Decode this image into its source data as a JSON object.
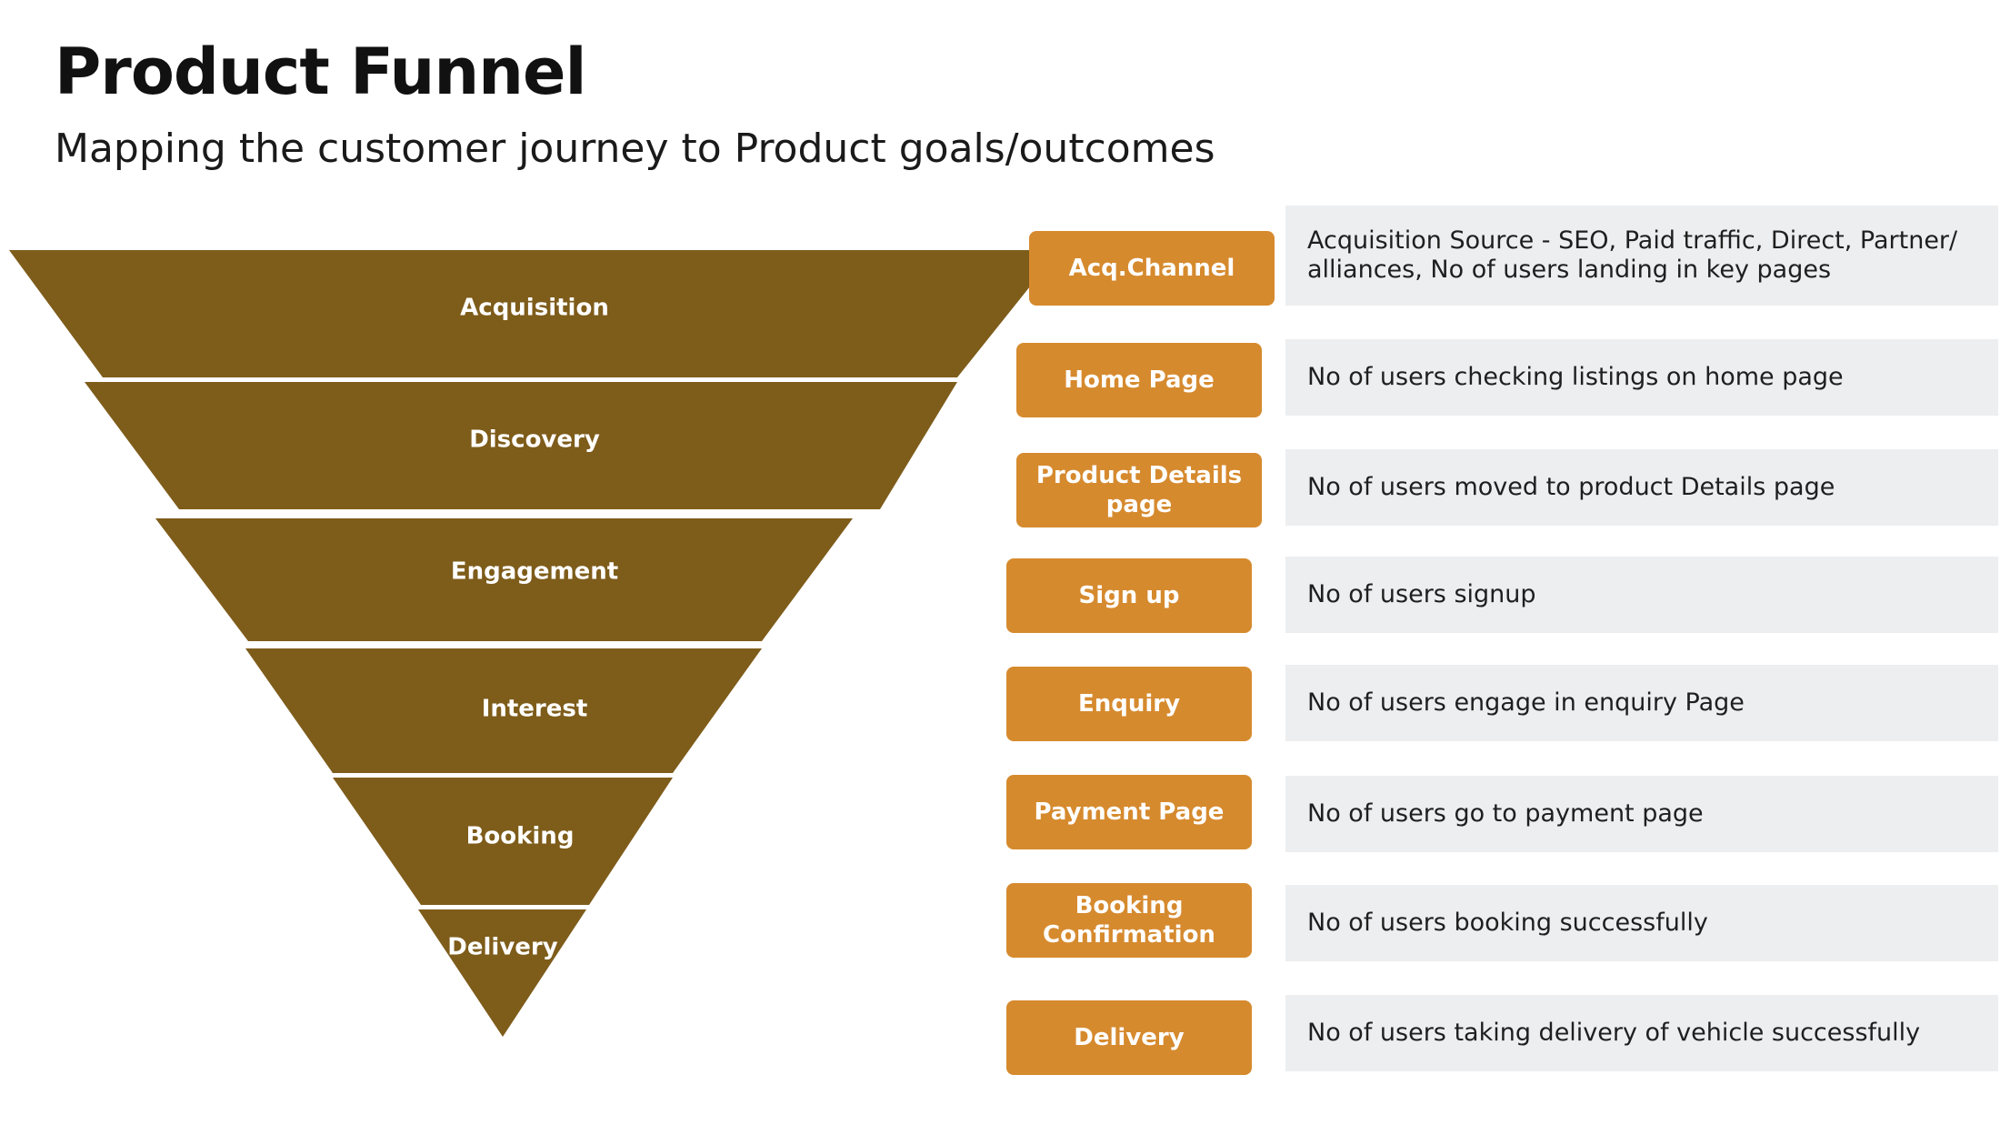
{
  "header": {
    "title": "Product Funnel",
    "subtitle": "Mapping the customer journey to Product goals/outcomes"
  },
  "colors": {
    "funnel": "#7e5c1a",
    "tag": "#d68a2e",
    "description_bg": "#eceef0"
  },
  "funnel": {
    "stages": [
      {
        "label": "Acquisition"
      },
      {
        "label": "Discovery"
      },
      {
        "label": "Engagement"
      },
      {
        "label": "Interest"
      },
      {
        "label": "Booking"
      },
      {
        "label": "Delivery"
      }
    ]
  },
  "metrics": [
    {
      "tag": "Acq.Channel",
      "description": "Acquisition Source - SEO, Paid traffic, Direct, Partner/ alliances, No of users landing in key pages"
    },
    {
      "tag": "Home Page",
      "description": "No of users checking  listings on home page"
    },
    {
      "tag": "Product Details page",
      "description": "No of users moved to product Details  page"
    },
    {
      "tag": "Sign up",
      "description": "No of users signup"
    },
    {
      "tag": "Enquiry",
      "description": "No of users engage in enquiry Page"
    },
    {
      "tag": "Payment Page",
      "description": "No of users go to payment page"
    },
    {
      "tag": "Booking Confirmation",
      "description": "No of users booking  successfully"
    },
    {
      "tag": "Delivery",
      "description": "No of users taking delivery of vehicle successfully"
    }
  ]
}
